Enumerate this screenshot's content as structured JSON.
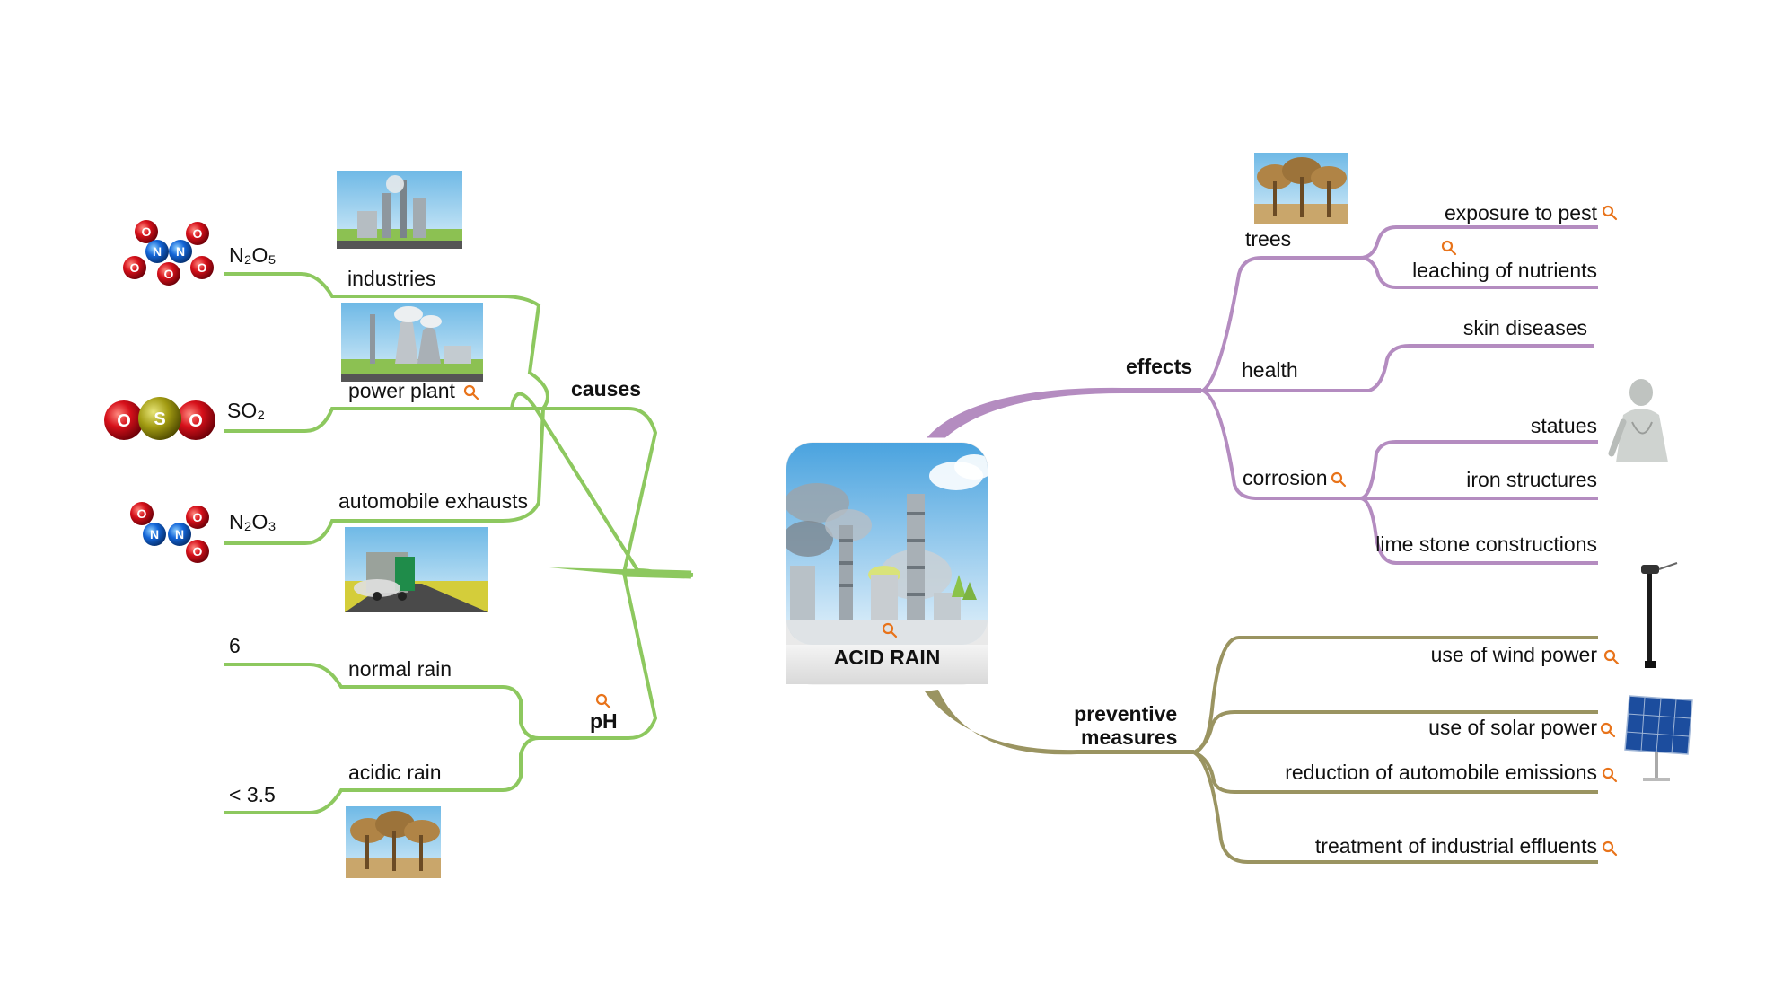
{
  "central": {
    "title": "ACID RAIN"
  },
  "causes": {
    "label": "causes",
    "items": [
      {
        "label": "industries",
        "formula": "N₂O₅"
      },
      {
        "label": "power plant",
        "formula": "SO₂"
      },
      {
        "label": "automobile exhausts",
        "formula": "N₂O₃"
      }
    ]
  },
  "ph": {
    "label": "pH",
    "items": [
      {
        "label": "normal rain",
        "value": "6"
      },
      {
        "label": "acidic rain",
        "value": "< 3.5"
      }
    ]
  },
  "effects": {
    "label": "effects",
    "trees": {
      "label": "trees",
      "items": [
        "exposure to pest",
        "leaching of nutrients"
      ]
    },
    "health": {
      "label": "health",
      "items": [
        "skin diseases"
      ]
    },
    "corrosion": {
      "label": "corrosion",
      "items": [
        "statues",
        "iron structures",
        "lime stone constructions"
      ]
    }
  },
  "preventive": {
    "label_line1": "preventive",
    "label_line2": "measures",
    "items": [
      "use of wind power",
      "use of solar power",
      "reduction of automobile emissions",
      "treatment of industrial effluents"
    ]
  },
  "molecules": {
    "oxygen": "O",
    "nitrogen": "N",
    "sulfur": "S"
  },
  "colors": {
    "causes_branch": "#8dc85f",
    "effects_branch": "#b48cc0",
    "preventive_branch": "#9a9461",
    "search_icon": "#e8731a"
  }
}
